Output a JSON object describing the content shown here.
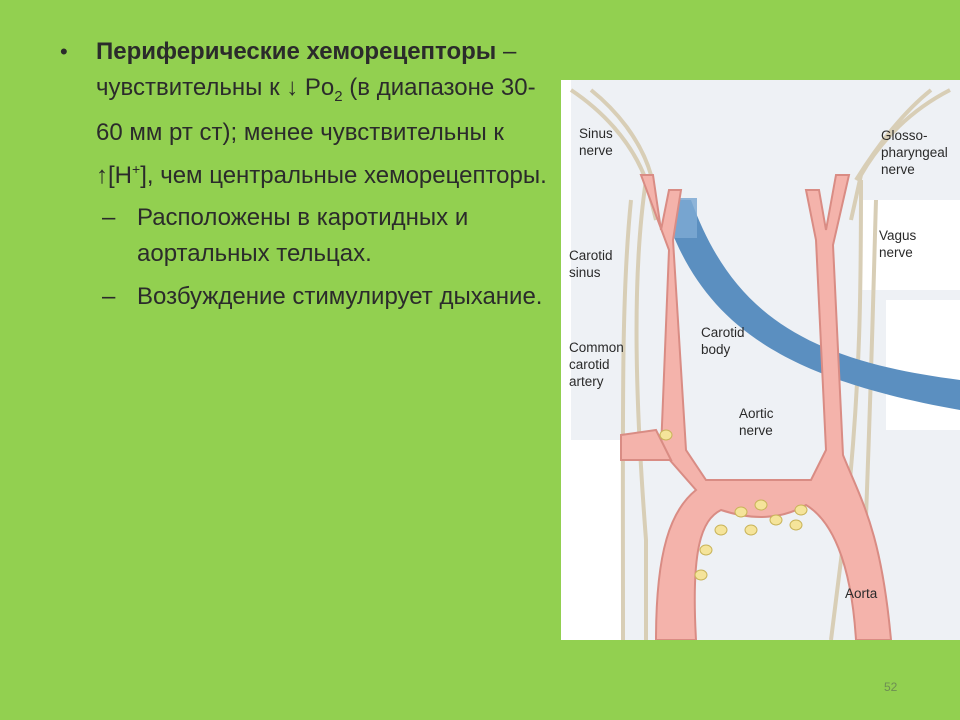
{
  "bullet": {
    "title_bold": "Периферические хеморецепторы",
    "dash": " –",
    "lines": [
      "чувствительны к  ↓ Po",
      "2",
      " (в диапазоне 30-60 мм рт ст); менее чувствительны к ↑[H",
      "+",
      "], чем центральные хеморецепторы."
    ]
  },
  "sub_items": [
    "Расположены в каротидных и аортальных тельцах.",
    "Возбуждение стимулирует дыхание."
  ],
  "figure": {
    "labels": {
      "sinus_nerve": [
        "Sinus",
        "nerve"
      ],
      "glosso": [
        "Glosso-",
        "pharyngeal",
        "nerve"
      ],
      "carotid_sinus": [
        "Carotid",
        "sinus"
      ],
      "vagus": [
        "Vagus",
        "nerve"
      ],
      "carotid_body": [
        "Carotid",
        "body"
      ],
      "common_carotid": [
        "Common",
        "carotid",
        "artery"
      ],
      "aortic_nerve": [
        "Aortic",
        "nerve"
      ],
      "aorta": "Aorta"
    },
    "colors": {
      "artery": "#f4b3ab",
      "artery_edge": "#d98c84",
      "nerve": "#e8e0cc",
      "blue": "#5b8fc0",
      "bodies": "#f5e49a"
    }
  },
  "slide_number": "52"
}
